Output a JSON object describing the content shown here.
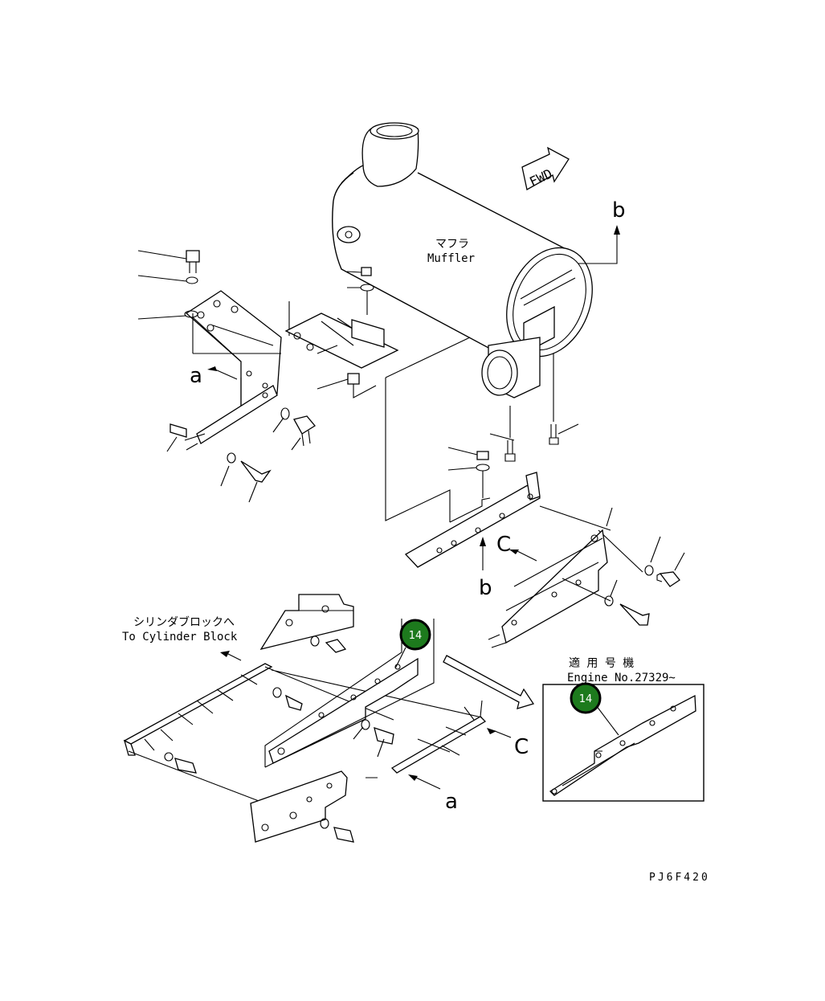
{
  "labels": {
    "muffler_jp": "マフラ",
    "muffler_en": "Muffler",
    "fwd": "FWD",
    "to_block_jp": "シリンダブロックへ",
    "to_block_en": "To Cylinder Block",
    "applicable_jp": "適 用 号 機",
    "engine_no": "Engine No.27329~",
    "drawing_code": "PJ6F420"
  },
  "refs": {
    "a": "a",
    "b": "b",
    "c": "C"
  },
  "callouts": [
    {
      "number": "14"
    },
    {
      "number": "14"
    }
  ],
  "colors": {
    "callout_fill": "#1d7a1d",
    "line": "#000000"
  }
}
